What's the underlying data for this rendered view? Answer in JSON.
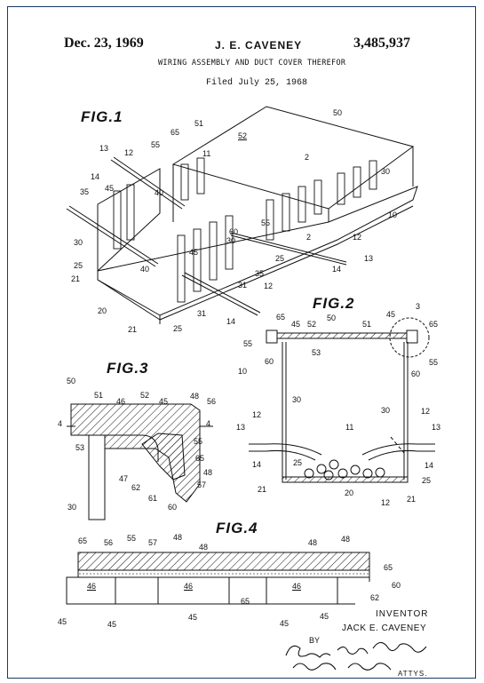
{
  "header": {
    "date": "Dec. 23, 1969",
    "inventor": "J. E. CAVENEY",
    "patent_number": "3,485,937",
    "title": "WIRING ASSEMBLY AND DUCT COVER THEREFOR",
    "filed": "Filed July 25, 1968"
  },
  "figures": {
    "fig1": "FIG.1",
    "fig2": "FIG.2",
    "fig3": "FIG.3",
    "fig4": "FIG.4"
  },
  "fig1_labels": [
    "50",
    "52",
    "51",
    "65",
    "55",
    "2",
    "11",
    "13",
    "12",
    "14",
    "45",
    "40",
    "35",
    "30",
    "10",
    "30",
    "60",
    "55",
    "2",
    "12",
    "14",
    "13",
    "25",
    "30",
    "35",
    "40",
    "45",
    "25",
    "21",
    "20",
    "31",
    "12",
    "14",
    "31",
    "25",
    "21"
  ],
  "fig2_labels": [
    "3",
    "50",
    "51",
    "52",
    "45",
    "65",
    "55",
    "60",
    "53",
    "45",
    "65",
    "55",
    "60",
    "10",
    "30",
    "30",
    "12",
    "12",
    "13",
    "11",
    "13",
    "14",
    "25",
    "14",
    "21",
    "20",
    "12",
    "25",
    "21"
  ],
  "fig3_labels": [
    "50",
    "51",
    "52",
    "45",
    "48",
    "56",
    "46",
    "4",
    "4",
    "53",
    "55",
    "65",
    "48",
    "47",
    "62",
    "57",
    "61",
    "60",
    "30"
  ],
  "fig4_labels": [
    "65",
    "56",
    "55",
    "57",
    "48",
    "48",
    "48",
    "48",
    "65",
    "46",
    "46",
    "46",
    "60",
    "62",
    "45",
    "45",
    "45",
    "65",
    "45",
    "45"
  ],
  "signature": {
    "inventor_label": "INVENTOR",
    "inventor_name": "JACK E. CAVENEY",
    "by": "BY",
    "attorneys": "ATTYS."
  }
}
